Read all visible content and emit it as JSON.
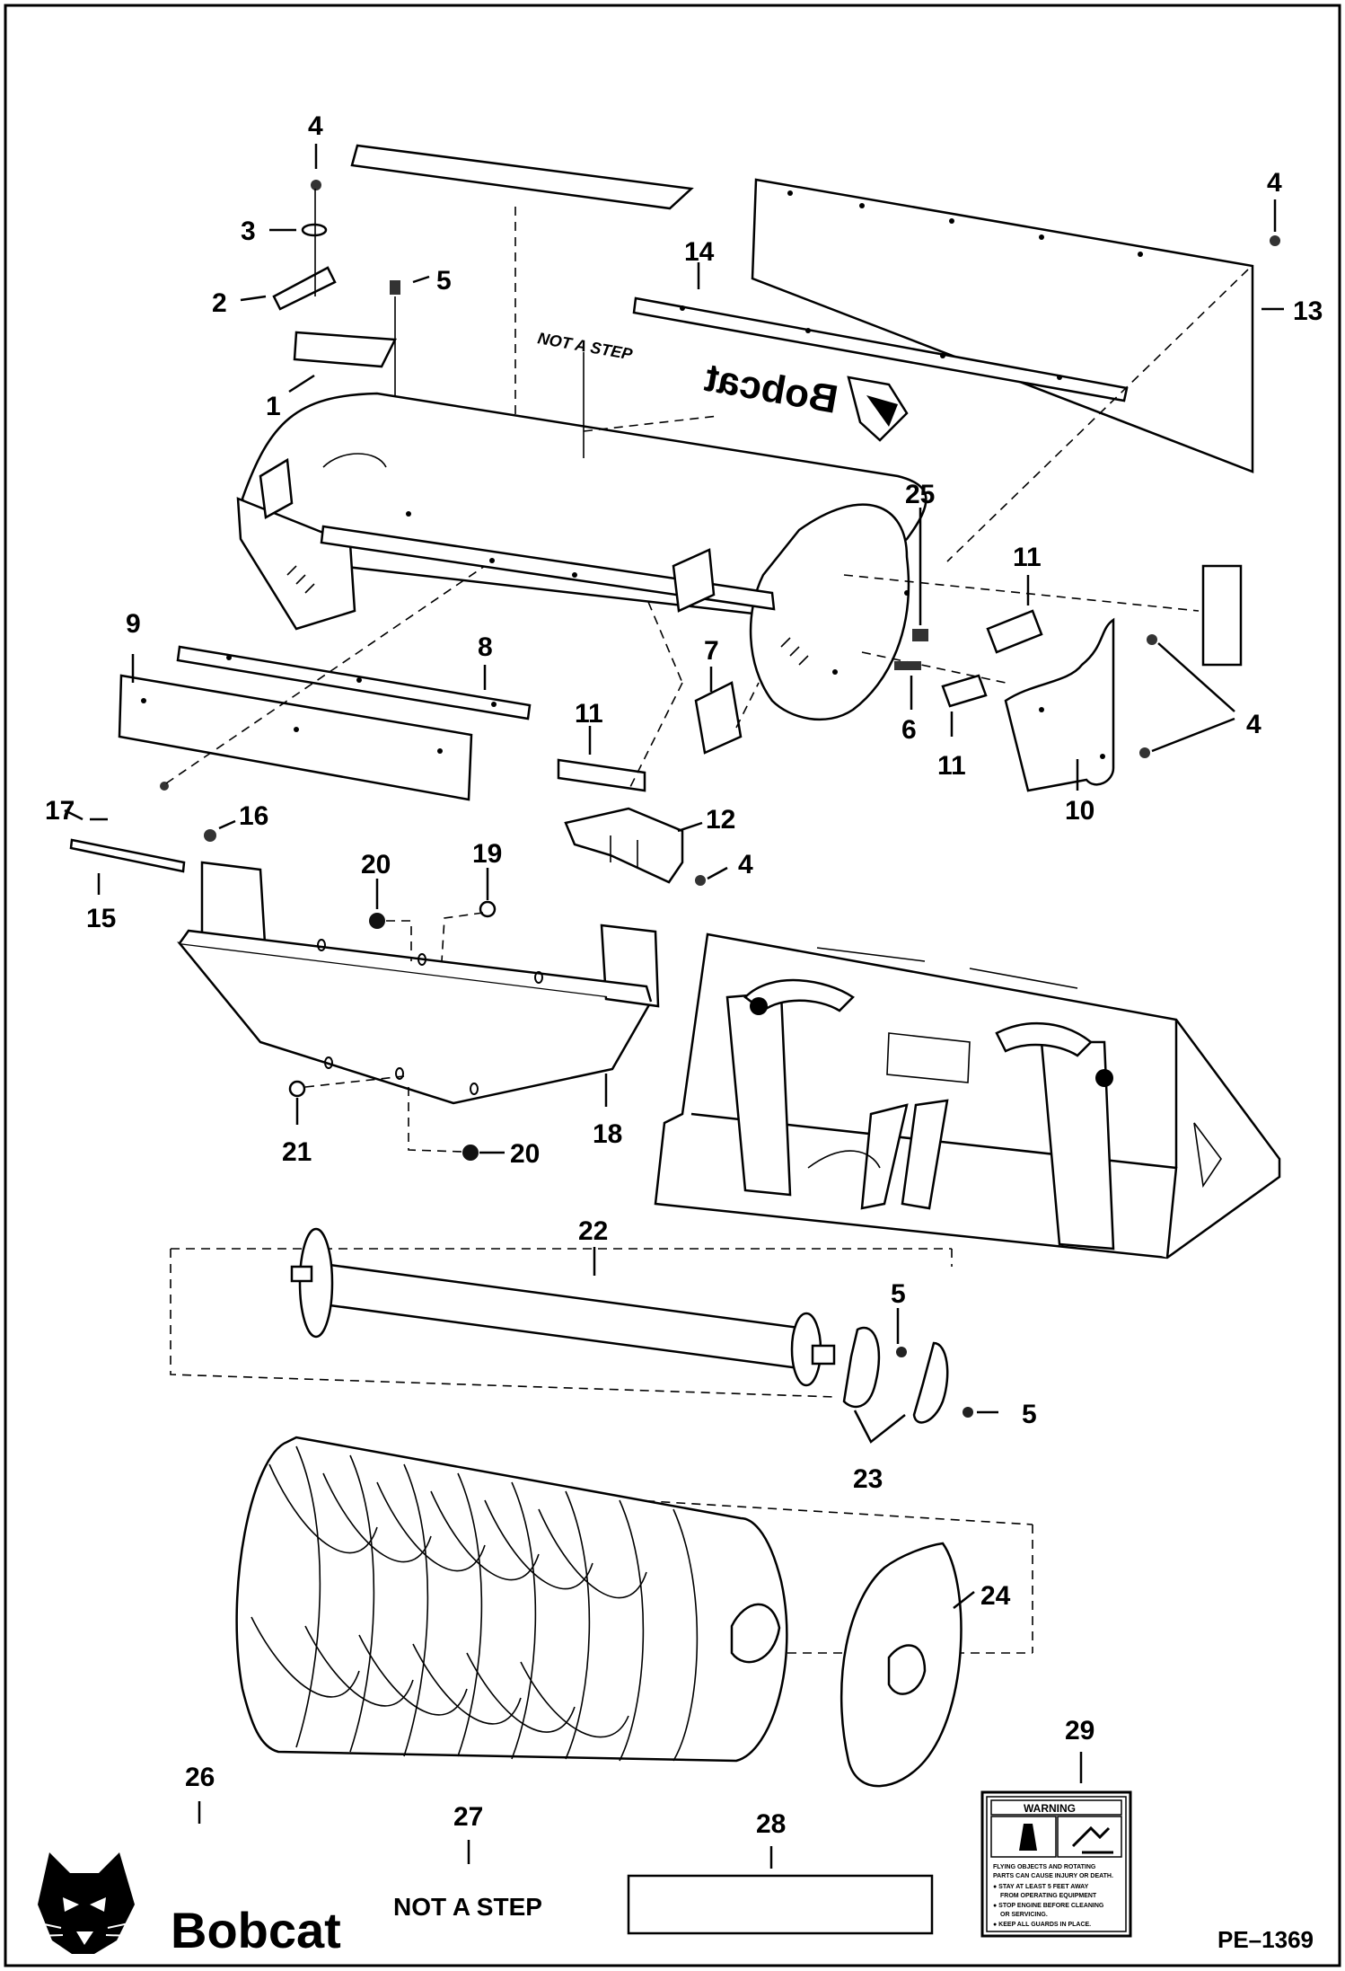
{
  "labels": {
    "l1": "1",
    "l2": "2",
    "l3": "3",
    "l4a": "4",
    "l4b": "4",
    "l4c": "4",
    "l4d": "4",
    "l5a": "5",
    "l5b": "5",
    "l5c": "5",
    "l6": "6",
    "l7": "7",
    "l8": "8",
    "l9": "9",
    "l10": "10",
    "l11a": "11",
    "l11b": "11",
    "l11c": "11",
    "l12": "12",
    "l13": "13",
    "l14": "14",
    "l15": "15",
    "l16": "16",
    "l17": "17",
    "l18": "18",
    "l19": "19",
    "l20a": "20",
    "l20b": "20",
    "l21": "21",
    "l22": "22",
    "l23": "23",
    "l24": "24",
    "l25": "25",
    "l26": "26",
    "l27": "27",
    "l28": "28",
    "l29": "29"
  },
  "texts": {
    "not_a_step_decal": "NOT A STEP",
    "bobcat_decal": "Bobcat",
    "not_a_step": "NOT A STEP",
    "brand": "Bobcat",
    "page_code": "PE–1369",
    "warning_title": "WARNING",
    "warning_line1": "FLYING OBJECTS AND ROTATING",
    "warning_line2": "PARTS CAN CAUSE INJURY OR DEATH.",
    "warning_line3": "● STAY AT LEAST 5 FEET AWAY",
    "warning_line4": "FROM OPERATING EQUIPMENT",
    "warning_line5": "● STOP ENGINE BEFORE CLEANING",
    "warning_line6": "OR SERVICING.",
    "warning_line7": "● KEEP ALL GUARDS IN PLACE."
  }
}
